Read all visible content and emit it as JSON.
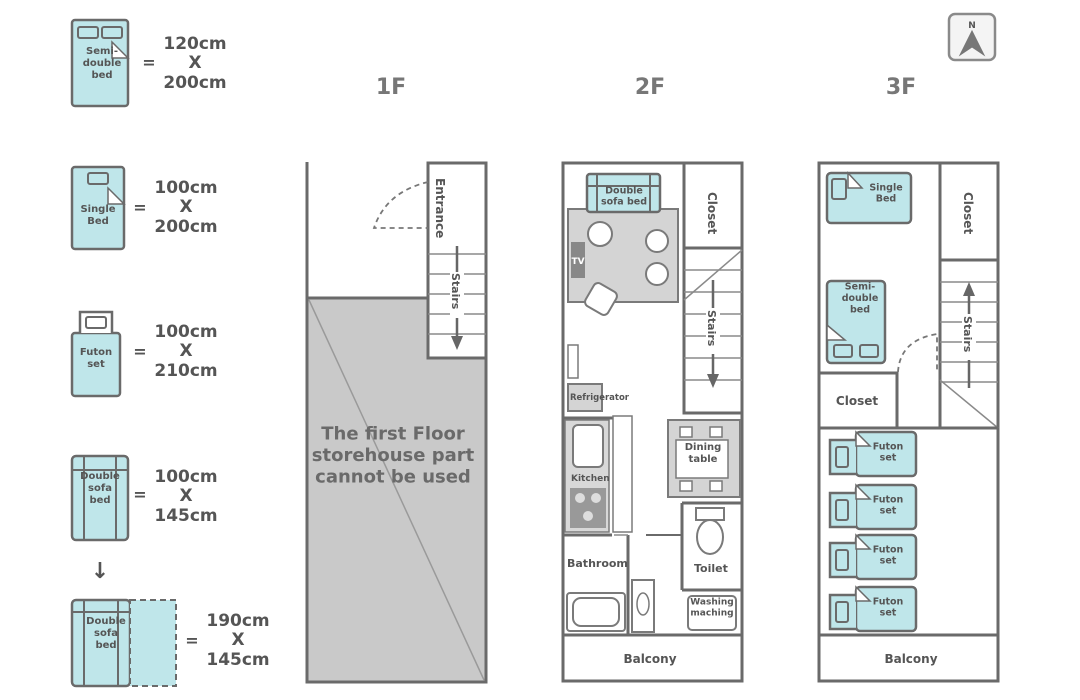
{
  "legend": {
    "items": [
      {
        "label": "Semi-\ndouble\nbed",
        "width": "120cm",
        "sep": "X",
        "length": "200cm"
      },
      {
        "label": "Single\nBed",
        "width": "100cm",
        "sep": "X",
        "length": "200cm"
      },
      {
        "label": "Futon\nset",
        "width": "100cm",
        "sep": "X",
        "length": "210cm"
      },
      {
        "label": "Double\nsofa\nbed",
        "width": "100cm",
        "sep": "X",
        "length": "145cm"
      },
      {
        "label": "Double\nsofa\nbed",
        "width": "190cm",
        "sep": "X",
        "length": "145cm"
      }
    ],
    "equals": "=",
    "arrow": "↓"
  },
  "compass": {
    "label": "N"
  },
  "floors": {
    "f1": {
      "title": "1F",
      "entrance": "Entrance",
      "stairs": "Stairs",
      "storehouse_lines": [
        "The first Floor",
        "storehouse part",
        "cannot be used"
      ]
    },
    "f2": {
      "title": "2F",
      "sofa_bed": "Double\nsofa bed",
      "closet": "Closet",
      "tv": "TV",
      "stairs": "Stairs",
      "refrigerator": "Refrigerator",
      "kitchen": "Kitchen",
      "dining_table": "Dining\ntable",
      "bathroom": "Bathroom",
      "toilet": "Toilet",
      "washing": "Washing\nmaching",
      "balcony": "Balcony"
    },
    "f3": {
      "title": "3F",
      "single_bed": "Single\nBed",
      "closet_top": "Closet",
      "semi_double": "Semi-\ndouble\nbed",
      "stairs": "Stairs",
      "closet_bottom": "Closet",
      "futons": [
        "Futon\nset",
        "Futon\nset",
        "Futon\nset",
        "Futon\nset"
      ],
      "balcony": "Balcony"
    }
  }
}
